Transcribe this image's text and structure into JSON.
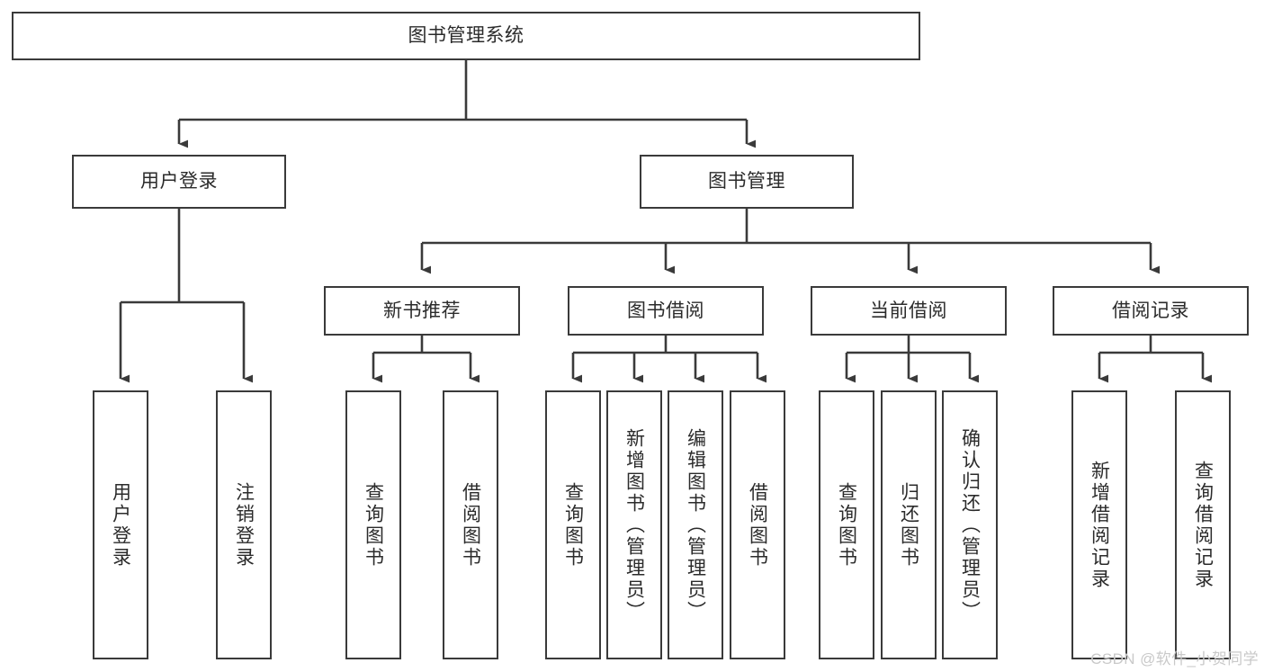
{
  "diagram": {
    "type": "tree-hierarchy",
    "title": "图书管理系统",
    "orientation": "top-down",
    "colors": {
      "box_border": "#3a3a3a",
      "box_fill": "#ffffff",
      "text": "#2b2b2b",
      "edge": "#3a3a3a",
      "watermark": "#c9c9c9",
      "background": "#ffffff"
    },
    "root": {
      "label": "图书管理系统"
    },
    "level2": [
      {
        "label": "用户登录"
      },
      {
        "label": "图书管理"
      }
    ],
    "level3": [
      {
        "label": "新书推荐"
      },
      {
        "label": "图书借阅"
      },
      {
        "label": "当前借阅"
      },
      {
        "label": "借阅记录"
      }
    ],
    "leaves": {
      "user_login": [
        {
          "label": "用户登录"
        },
        {
          "label": "注销登录"
        }
      ],
      "new_book_recommend": [
        {
          "label": "查询图书"
        },
        {
          "label": "借阅图书"
        }
      ],
      "book_borrow": [
        {
          "label": "查询图书"
        },
        {
          "label": "新增图书（管理员）"
        },
        {
          "label": "编辑图书（管理员）"
        },
        {
          "label": "借阅图书"
        }
      ],
      "current_borrow": [
        {
          "label": "查询图书"
        },
        {
          "label": "归还图书"
        },
        {
          "label": "确认归还（管理员）"
        }
      ],
      "borrow_record": [
        {
          "label": "新增借阅记录"
        },
        {
          "label": "查询借阅记录"
        }
      ]
    },
    "watermark": "CSDN @软件_小贺同学"
  }
}
